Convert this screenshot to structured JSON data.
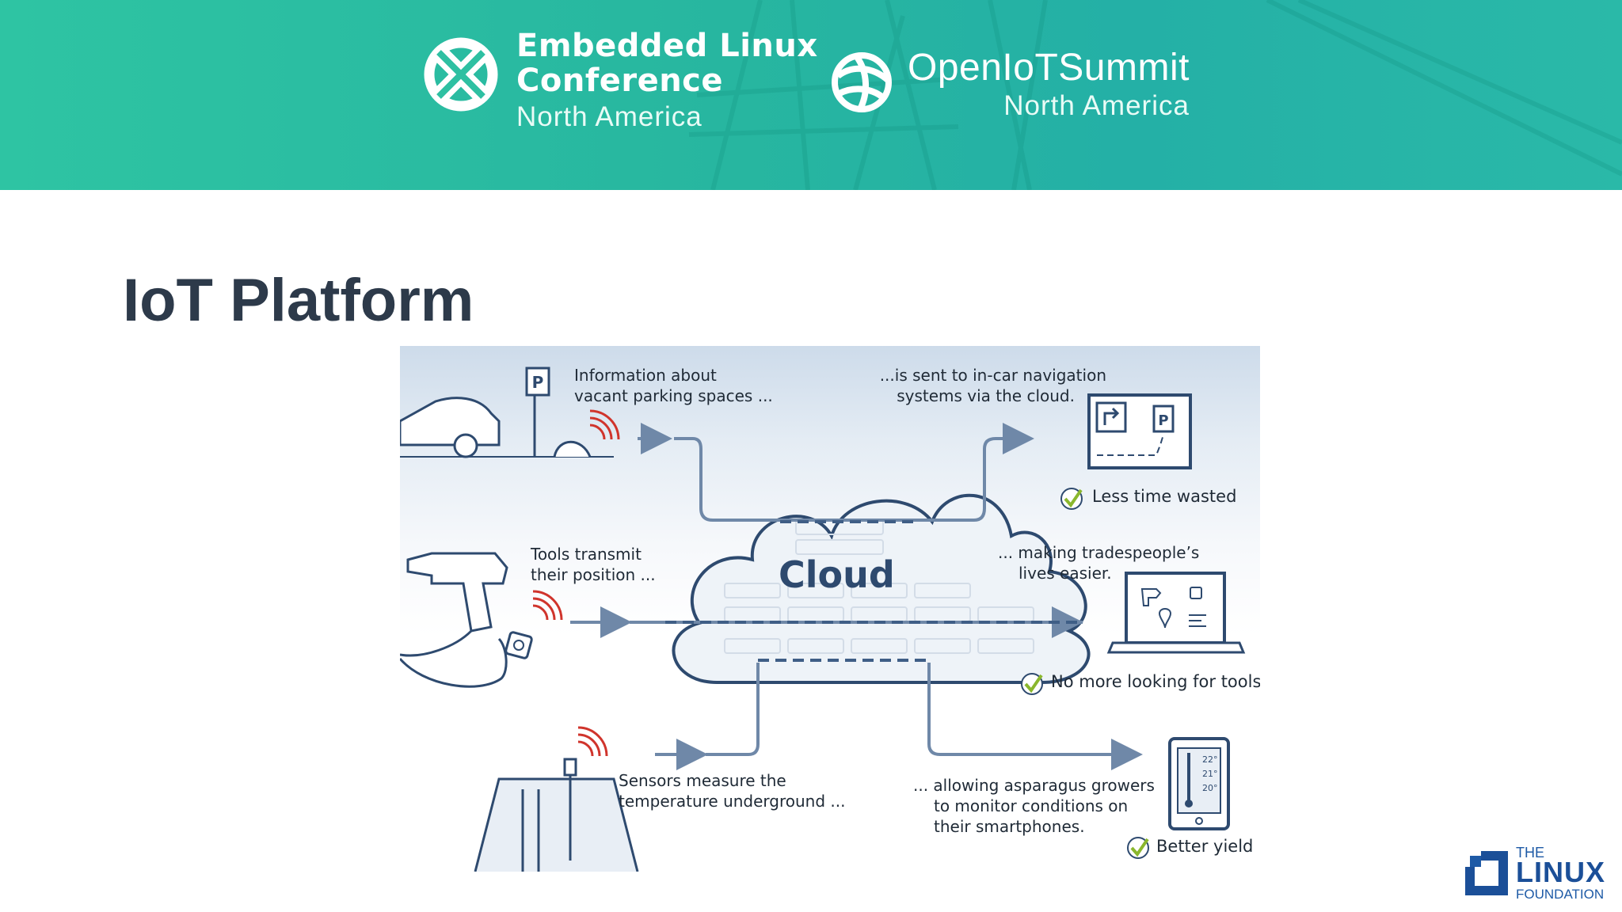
{
  "banner": {
    "elc": {
      "line1": "Embedded Linux",
      "line2": "Conference",
      "region": "North America"
    },
    "ois": {
      "name": "OpenIoTSummit",
      "region": "North America"
    },
    "colors": {
      "teal": "#27b6a0",
      "white": "#ffffff"
    }
  },
  "slide": {
    "title": "IoT Platform"
  },
  "diagram": {
    "cloud_label": "Cloud",
    "captions": {
      "parking_in": [
        "Information about",
        "vacant parking spaces ..."
      ],
      "parking_out": [
        "...is sent to in-car navigation",
        "systems via the cloud."
      ],
      "tools_in": [
        "Tools transmit",
        "their position ..."
      ],
      "tools_out": [
        "... making tradespeople’s",
        "lives easier."
      ],
      "sensor_in": [
        "Sensors measure the",
        "temperature underground ..."
      ],
      "sensor_out": [
        "... allowing asparagus growers",
        "to monitor conditions on",
        "their smartphones."
      ]
    },
    "benefits": {
      "parking": "Less time wasted",
      "tools": "No more looking for tools",
      "sensor": "Better yield"
    },
    "phone_temps": [
      "22°",
      "21°",
      "20°"
    ],
    "icons": [
      "car-icon",
      "parking-sign-icon",
      "wireless-signal-icon",
      "drill-icon",
      "tracker-tag-icon",
      "soil-sensor-icon",
      "navigation-screen-icon",
      "laptop-icon",
      "smartphone-icon",
      "check-icon"
    ],
    "colors": {
      "line": "#6f88a8",
      "navy": "#2e4a6f",
      "signal": "#d0342c",
      "check": "#8ab72d"
    }
  },
  "footer": {
    "lf": {
      "line1": "THE",
      "line2": "LINUX",
      "line3": "FOUNDATION"
    }
  }
}
